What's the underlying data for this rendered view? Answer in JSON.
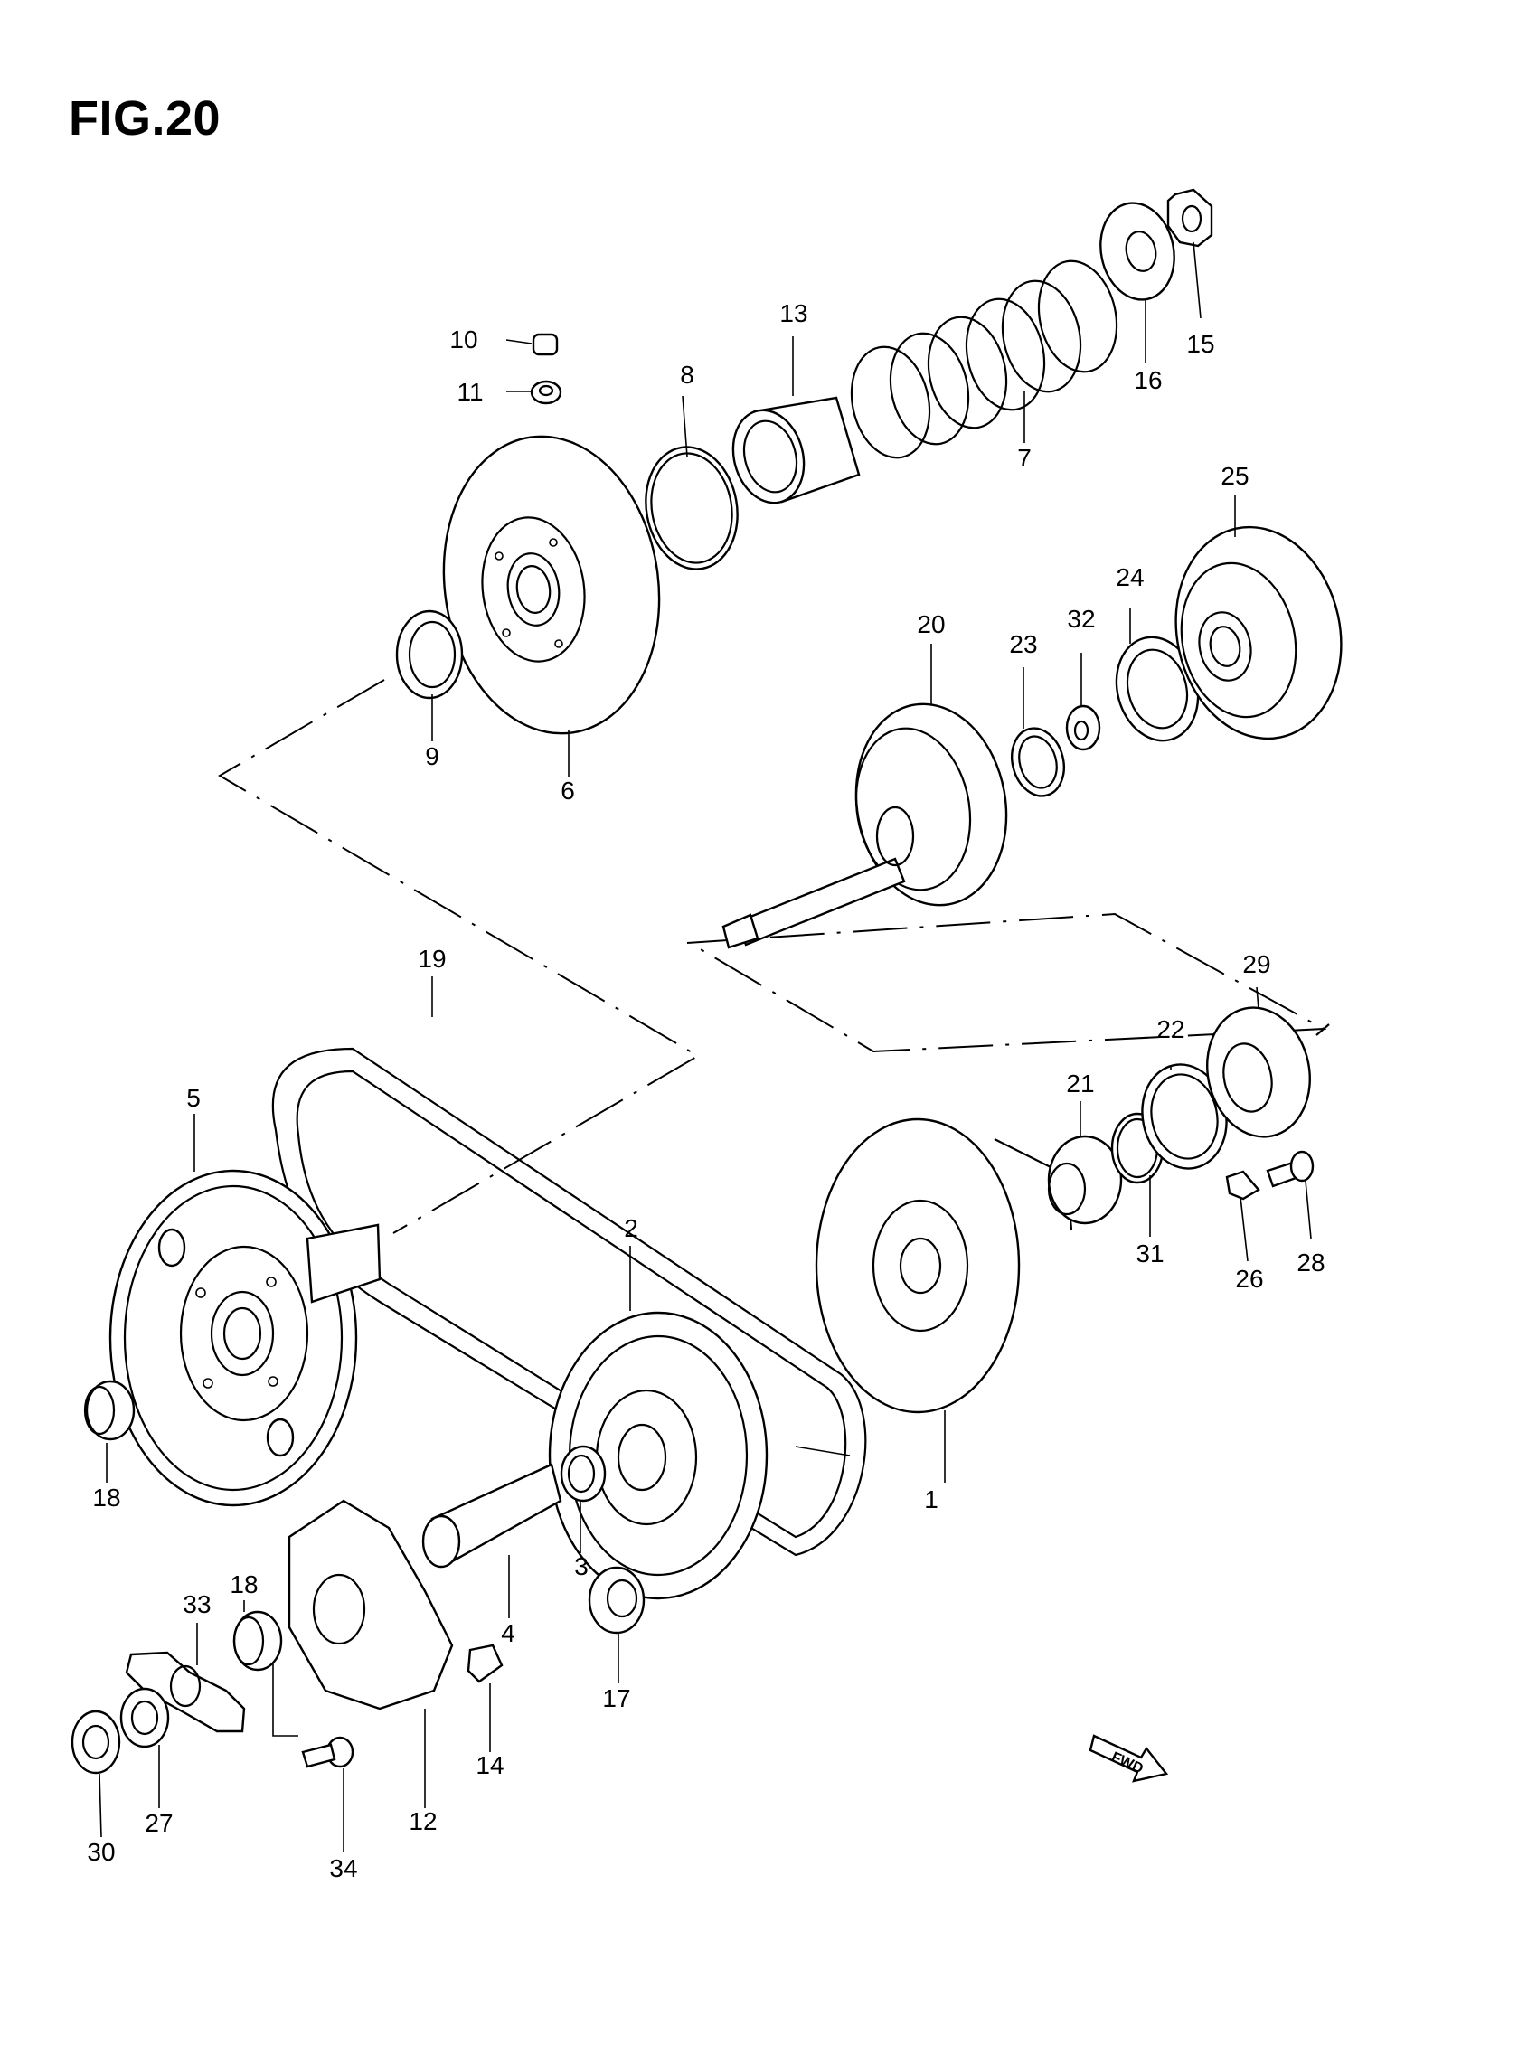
{
  "figure": {
    "title": "FIG.20",
    "fwd_label": "FWD"
  },
  "parts": [
    {
      "id": "p1",
      "label": "1"
    },
    {
      "id": "p2",
      "label": "2"
    },
    {
      "id": "p3",
      "label": "3"
    },
    {
      "id": "p4",
      "label": "4"
    },
    {
      "id": "p5",
      "label": "5"
    },
    {
      "id": "p6",
      "label": "6"
    },
    {
      "id": "p7",
      "label": "7"
    },
    {
      "id": "p8",
      "label": "8"
    },
    {
      "id": "p9",
      "label": "9"
    },
    {
      "id": "p10",
      "label": "10"
    },
    {
      "id": "p11",
      "label": "11"
    },
    {
      "id": "p12",
      "label": "12"
    },
    {
      "id": "p13",
      "label": "13"
    },
    {
      "id": "p14",
      "label": "14"
    },
    {
      "id": "p15",
      "label": "15"
    },
    {
      "id": "p16",
      "label": "16"
    },
    {
      "id": "p17",
      "label": "17"
    },
    {
      "id": "p18a",
      "label": "18"
    },
    {
      "id": "p18b",
      "label": "18"
    },
    {
      "id": "p19",
      "label": "19"
    },
    {
      "id": "p20",
      "label": "20"
    },
    {
      "id": "p21",
      "label": "21"
    },
    {
      "id": "p22",
      "label": "22"
    },
    {
      "id": "p23",
      "label": "23"
    },
    {
      "id": "p24",
      "label": "24"
    },
    {
      "id": "p25",
      "label": "25"
    },
    {
      "id": "p26",
      "label": "26"
    },
    {
      "id": "p27",
      "label": "27"
    },
    {
      "id": "p28",
      "label": "28"
    },
    {
      "id": "p29",
      "label": "29"
    },
    {
      "id": "p30",
      "label": "30"
    },
    {
      "id": "p31",
      "label": "31"
    },
    {
      "id": "p32",
      "label": "32"
    },
    {
      "id": "p33",
      "label": "33"
    },
    {
      "id": "p34",
      "label": "34"
    }
  ]
}
